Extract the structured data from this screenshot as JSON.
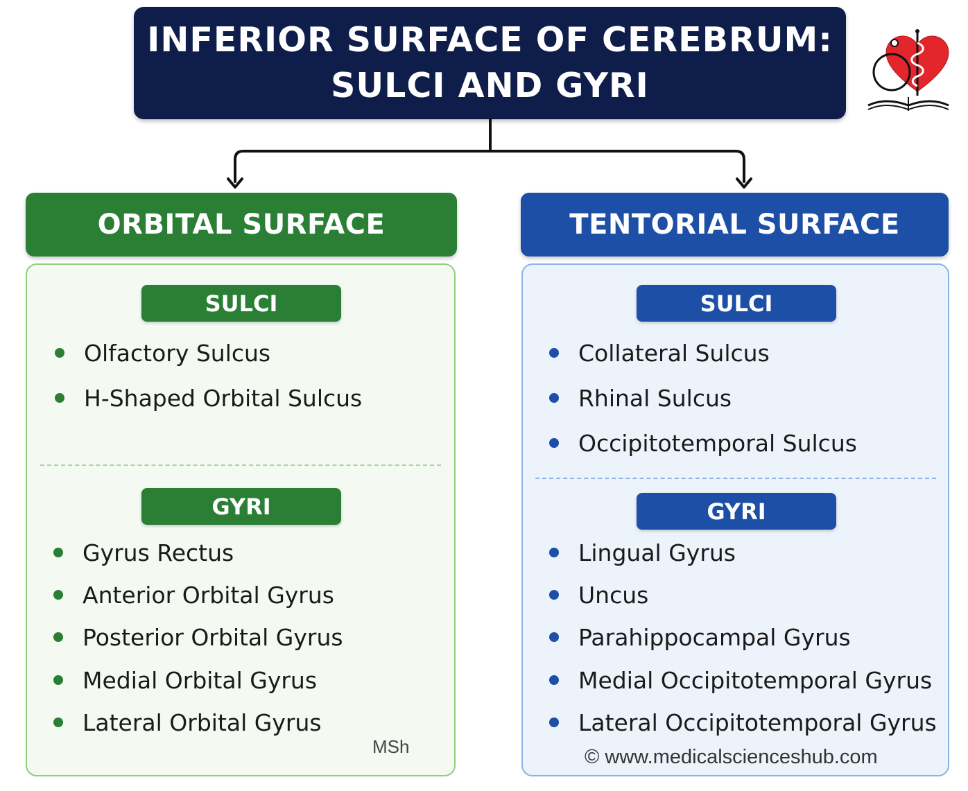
{
  "title": {
    "line1": "INFERIOR SURFACE OF CEREBRUM:",
    "line2": "SULCI AND GYRI"
  },
  "logo": {
    "icon": "caduceus-heart-stethoscope-book-icon"
  },
  "orbital": {
    "header": "ORBITAL SURFACE",
    "sulci_label": "SULCI",
    "sulci": [
      "Olfactory Sulcus",
      "H-Shaped Orbital Sulcus"
    ],
    "gyri_label": "GYRI",
    "gyri": [
      "Gyrus Rectus",
      "Anterior Orbital Gyrus",
      "Posterior Orbital Gyrus",
      "Medial Orbital Gyrus",
      "Lateral Orbital Gyrus"
    ]
  },
  "tentorial": {
    "header": "TENTORIAL SURFACE",
    "sulci_label": "SULCI",
    "sulci": [
      "Collateral Sulcus",
      "Rhinal Sulcus",
      "Occipitotemporal Sulcus"
    ],
    "gyri_label": "GYRI",
    "gyri": [
      "Lingual Gyrus",
      "Uncus",
      "Parahippocampal Gyrus",
      "Medial Occipitotemporal Gyrus",
      "Lateral Occipitotemporal Gyrus"
    ]
  },
  "credits": {
    "author": "MSh",
    "copyright": "© www.medicalscienceshub.com"
  },
  "colors": {
    "title_bg": "#0f1d4a",
    "orbital_green": "#2a7f35",
    "tentorial_blue": "#1d4fa6"
  }
}
